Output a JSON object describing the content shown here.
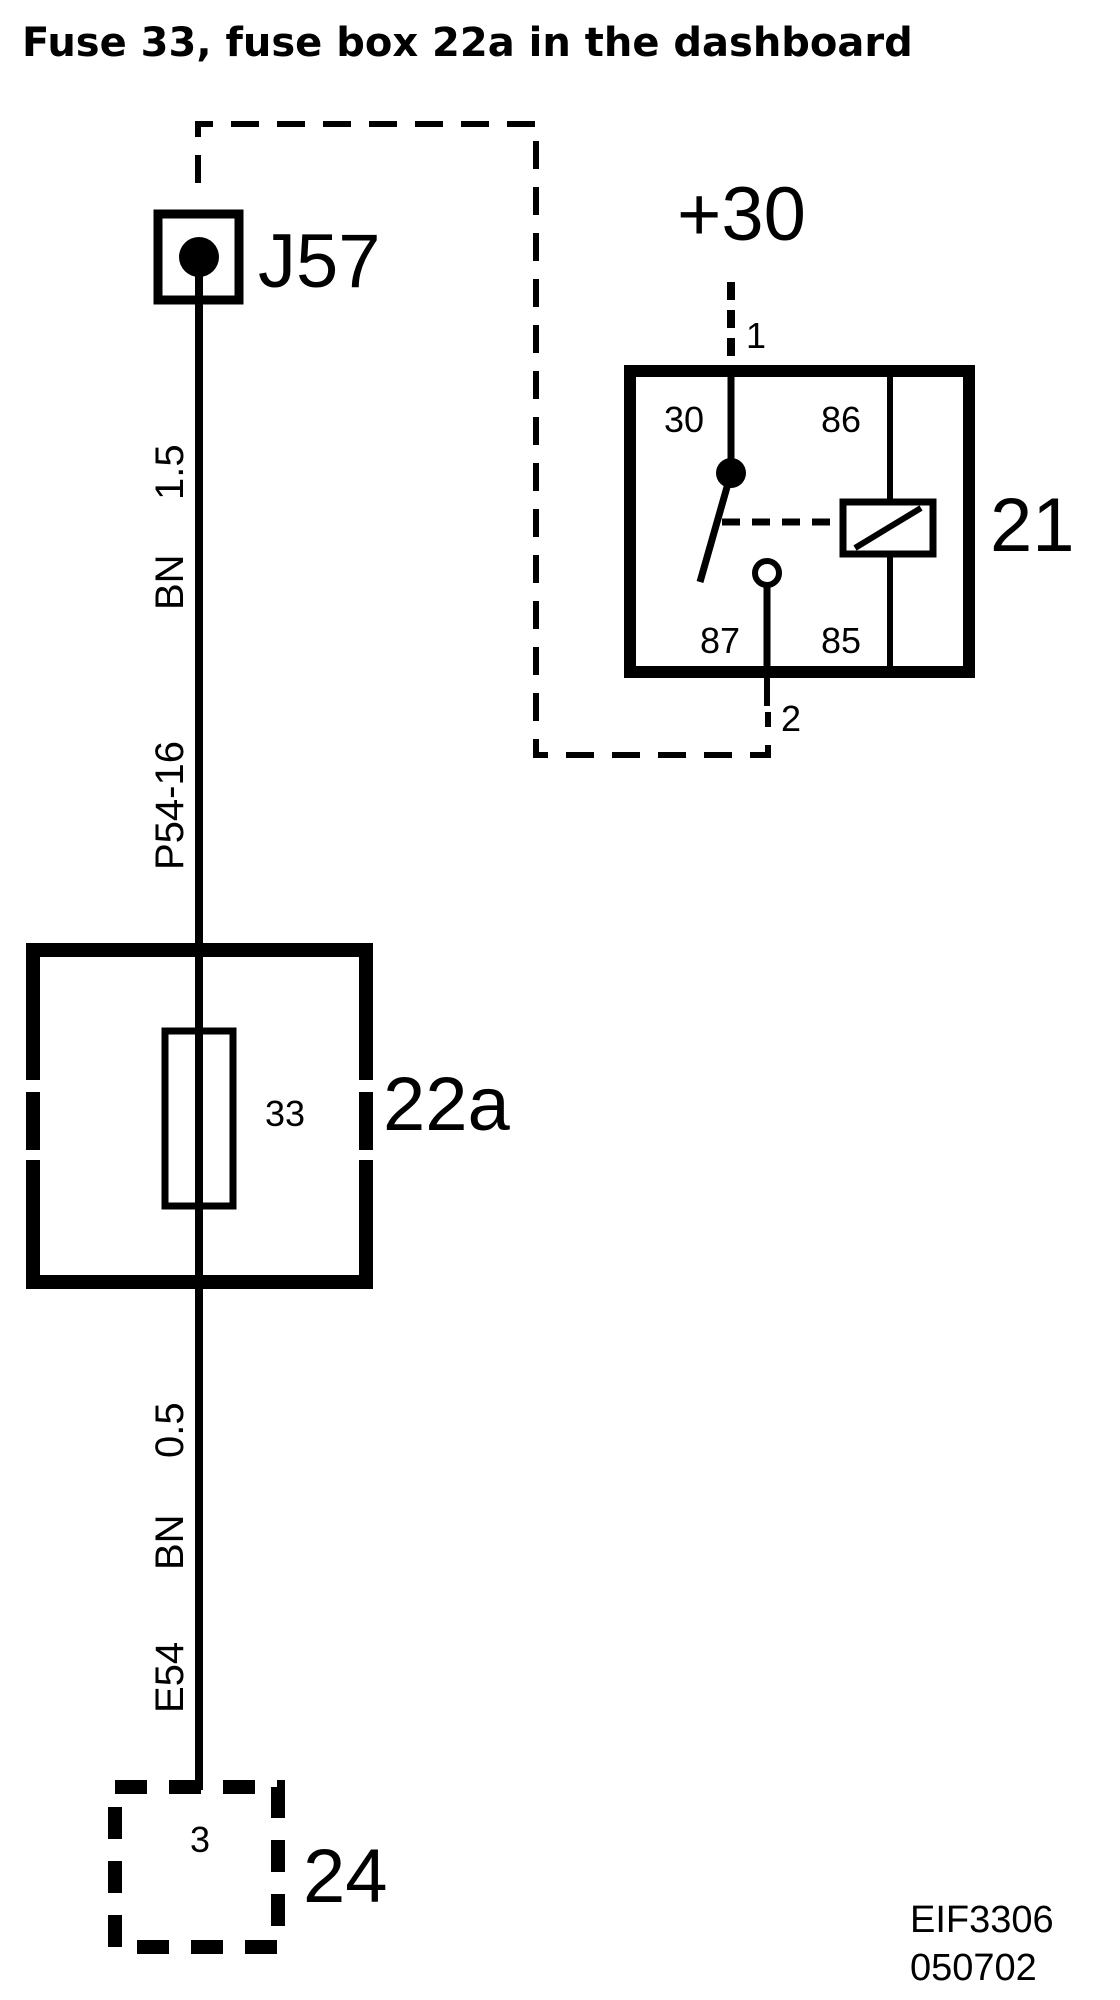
{
  "title": "Fuse 33, fuse box 22a in the dashboard",
  "connector_j57": "J57",
  "supply_label": "+30",
  "relay": {
    "id": "21",
    "pin_external_1": "1",
    "pin_external_2": "2",
    "pin_30": "30",
    "pin_86": "86",
    "pin_87": "87",
    "pin_85": "85"
  },
  "wire_upper": {
    "color_code": "BN",
    "size": "1.5",
    "id": "P54-16"
  },
  "fuse": {
    "number": "33",
    "box_id": "22a"
  },
  "wire_lower": {
    "color_code": "BN",
    "size": "0.5",
    "id": "E54"
  },
  "connector_24": {
    "pin": "3",
    "id": "24"
  },
  "footer": {
    "code": "EIF3306",
    "date": "050702"
  }
}
